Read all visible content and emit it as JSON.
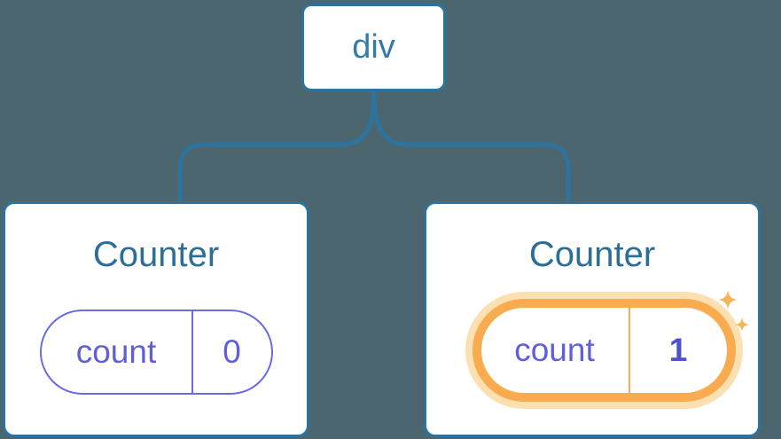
{
  "diagram": {
    "root": {
      "label": "div"
    },
    "counters": [
      {
        "title": "Counter",
        "state_key": "count",
        "state_value": "0",
        "highlighted": false
      },
      {
        "title": "Counter",
        "state_key": "count",
        "state_value": "1",
        "highlighted": true
      }
    ],
    "icons": {
      "sparkles": "sparkles-icon (two four-point stars marking updated state)"
    },
    "colors": {
      "background": "#4C6670",
      "connector_blue": "#2E739E",
      "node_border_blue": "#2E739E",
      "root_label_blue": "#337CA8",
      "title_blue": "#2D6E96",
      "state_purple": "#5F5FDE",
      "state_value_bold_purple": "#4E50D0",
      "pill_border_purple": "#6B6BE4",
      "highlight_orange": "#F8AC4F",
      "highlight_halo_orange": "#FCE0B2",
      "sparkle_orange": "#F6B455",
      "card_background": "#FFFFFF"
    }
  }
}
